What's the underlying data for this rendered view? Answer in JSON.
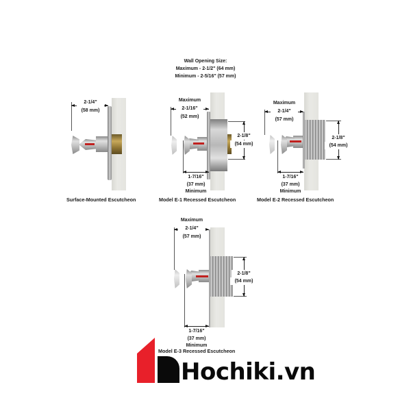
{
  "header": {
    "title": "Wall Opening Size:",
    "max_line": "Maximum - 2-1/2\" (64 mm)",
    "min_line": "Minimum - 2-5/16\" (57 mm)"
  },
  "diagrams": {
    "surface": {
      "caption": "Surface-Mounted Escutcheon",
      "top_dim": {
        "value": "2-1/4\"",
        "metric": "(58 mm)"
      }
    },
    "e1": {
      "caption": "Model E-1 Recessed Escutcheon",
      "top_dim": {
        "label": "Maximum",
        "value": "2-1/16\"",
        "metric": "(52 mm)"
      },
      "bottom_dim": {
        "value": "1-7/16\"",
        "metric": "(37 mm)",
        "label": "Minimum"
      },
      "side_dim": {
        "value": "2-1/8\"",
        "metric": "(54 mm)"
      }
    },
    "e2": {
      "caption": "Model E-2 Recessed Escutcheon",
      "top_dim": {
        "label": "Maximum",
        "value": "2-1/4\"",
        "metric": "(57 mm)"
      },
      "bottom_dim": {
        "value": "1-7/16\"",
        "metric": "(37 mm)",
        "label": "Minimum"
      },
      "side_dim": {
        "value": "2-1/8\"",
        "metric": "(54 mm)"
      }
    },
    "e3": {
      "caption": "Model E-3 Recessed Escutcheon",
      "top_dim": {
        "label": "Maximum",
        "value": "2-1/4\"",
        "metric": "(57 mm)"
      },
      "bottom_dim": {
        "value": "1-7/16\"",
        "metric": "(37 mm)",
        "label": "Minimum"
      },
      "side_dim": {
        "value": "2-1/8\"",
        "metric": "(54 mm)"
      }
    }
  },
  "logo": {
    "text": "Hochiki.vn",
    "colors": {
      "red": "#e8202a",
      "black": "#0a0a0a"
    }
  },
  "colors": {
    "wall": "#e6e6e2",
    "sprinkler_bulb": "#c0201e",
    "brass": "#b39548"
  }
}
